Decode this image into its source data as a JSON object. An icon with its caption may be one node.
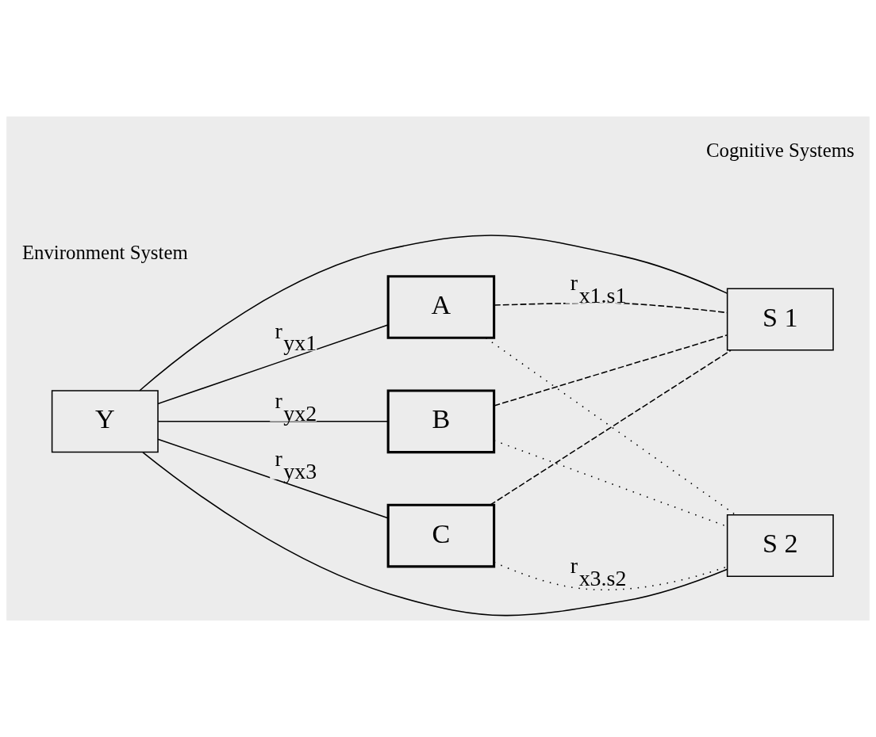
{
  "diagram": {
    "nodes": [
      {
        "text": [
          "Y"
        ]
      },
      {
        "text": [
          "A"
        ]
      },
      {
        "text": [
          "B"
        ]
      },
      {
        "text": [
          "C"
        ]
      },
      {
        "text": [
          "S 1"
        ]
      },
      {
        "text": [
          "S 2"
        ]
      }
    ],
    "edges": [
      {
        "from": 0,
        "to": 4,
        "arrow": "none"
      },
      {
        "from": 0,
        "to": 1,
        "arrow": "none",
        "label": "r$_{yx1}$"
      },
      {
        "from": 0,
        "to": 2,
        "arrow": "none",
        "label": "r$_{yx2}$"
      },
      {
        "from": 0,
        "to": 3,
        "arrow": "none",
        "label": "r$_{yx3}$"
      },
      {
        "from": 0,
        "to": 5,
        "arrow": "none"
      },
      {
        "from": 1,
        "to": 4,
        "arrow": "none",
        "style": "dashed",
        "label": "r$_{x1.s1}$"
      },
      {
        "from": 2,
        "to": 4,
        "arrow": "none",
        "style": "dashed"
      },
      {
        "from": 3,
        "to": 4,
        "arrow": "none",
        "style": "dashed"
      },
      {
        "from": 1,
        "to": 5,
        "arrow": "none",
        "style": "dashed"
      },
      {
        "from": 2,
        "to": 5,
        "arrow": "none",
        "style": "dashed"
      },
      {
        "from": 3,
        "to": 5,
        "arrow": "none",
        "style": "dashed",
        "label": "r$_{x3.s2}$"
      }
    ],
    "labels": [
      "Environment System",
      "Cognitive Systems"
    ]
  }
}
